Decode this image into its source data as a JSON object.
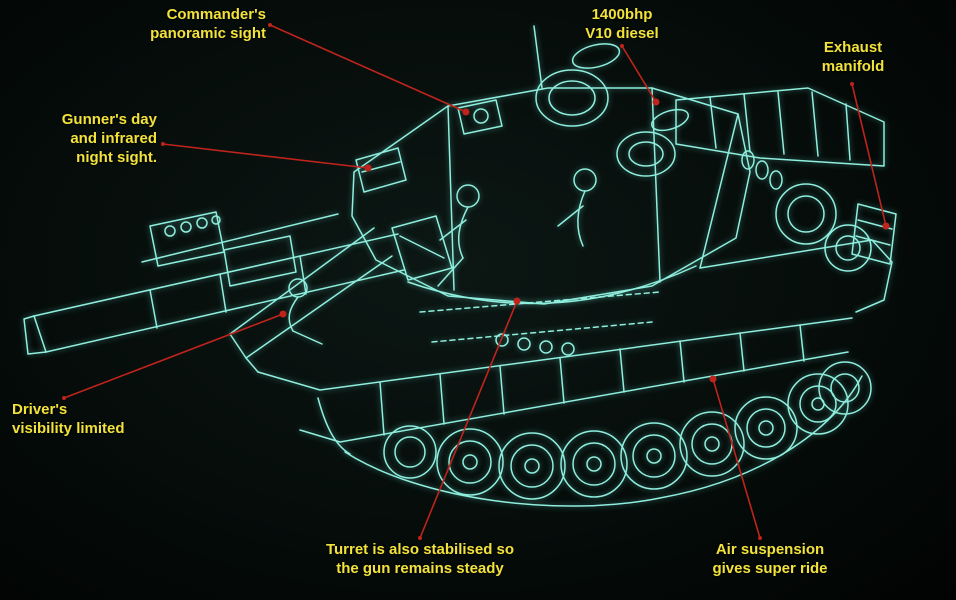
{
  "colors": {
    "background": "#060d0b",
    "wireframe": "#8feede",
    "label_text": "#f2e23b",
    "leader_line": "#bf241c"
  },
  "labels": {
    "commanders_sight": {
      "text": "Commander's\npanoramic sight"
    },
    "engine": {
      "text": "1400bhp\nV10 diesel"
    },
    "exhaust": {
      "text": "Exhaust\nmanifold"
    },
    "gunners_sight": {
      "text": "Gunner's day\nand infrared\nnight sight."
    },
    "drivers_visibility": {
      "text": "Driver's\nvisibility limited"
    },
    "turret_stabilised": {
      "text": "Turret is also stabilised so\nthe gun remains steady"
    },
    "air_suspension": {
      "text": "Air suspension\ngives super ride"
    }
  }
}
